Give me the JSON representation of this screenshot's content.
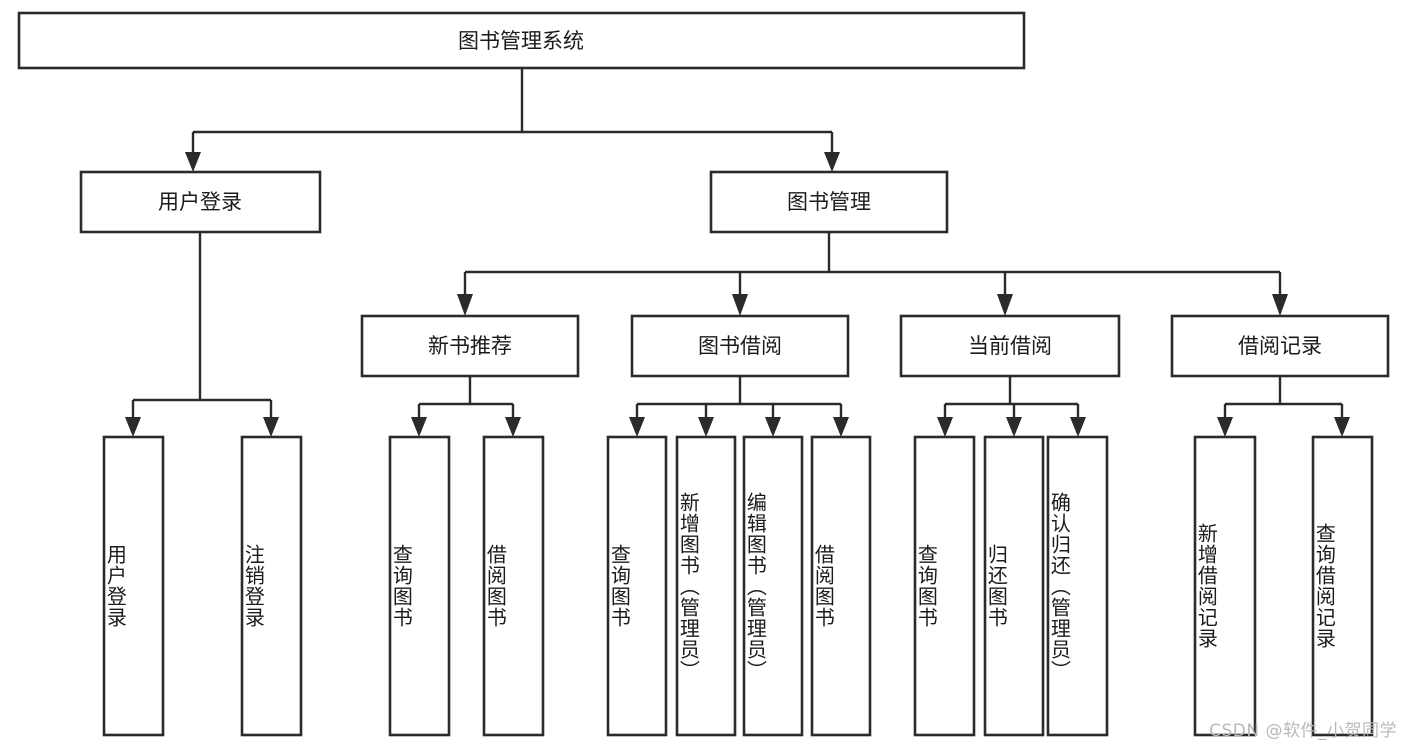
{
  "diagram": {
    "type": "tree-hierarchy",
    "title": "图书管理系统",
    "root": {
      "id": "root",
      "label": "图书管理系统"
    },
    "level1": [
      {
        "id": "user-login",
        "label": "用户登录"
      },
      {
        "id": "book-manage",
        "label": "图书管理"
      }
    ],
    "level2": [
      {
        "id": "new-book-rec",
        "label": "新书推荐",
        "parent": "book-manage"
      },
      {
        "id": "book-borrow",
        "label": "图书借阅",
        "parent": "book-manage"
      },
      {
        "id": "current-borrow",
        "label": "当前借阅",
        "parent": "book-manage"
      },
      {
        "id": "borrow-record",
        "label": "借阅记录",
        "parent": "book-manage"
      }
    ],
    "leaves": [
      {
        "id": "leaf-user-login",
        "label": "用户登录",
        "parent": "user-login"
      },
      {
        "id": "leaf-user-logout",
        "label": "注销登录",
        "parent": "user-login"
      },
      {
        "id": "leaf-query-book-1",
        "label": "查询图书",
        "parent": "new-book-rec"
      },
      {
        "id": "leaf-borrow-book-1",
        "label": "借阅图书",
        "parent": "new-book-rec"
      },
      {
        "id": "leaf-query-book-2",
        "label": "查询图书",
        "parent": "book-borrow"
      },
      {
        "id": "leaf-add-book",
        "label": "新增图书（管理员）",
        "parent": "book-borrow"
      },
      {
        "id": "leaf-edit-book",
        "label": "编辑图书（管理员）",
        "parent": "book-borrow"
      },
      {
        "id": "leaf-borrow-book-2",
        "label": "借阅图书",
        "parent": "book-borrow"
      },
      {
        "id": "leaf-query-book-3",
        "label": "查询图书",
        "parent": "current-borrow"
      },
      {
        "id": "leaf-return-book",
        "label": "归还图书",
        "parent": "current-borrow"
      },
      {
        "id": "leaf-confirm-return",
        "label": "确认归还（管理员）",
        "parent": "current-borrow"
      },
      {
        "id": "leaf-add-record",
        "label": "新增借阅记录",
        "parent": "borrow-record"
      },
      {
        "id": "leaf-query-record",
        "label": "查询借阅记录",
        "parent": "borrow-record"
      }
    ]
  },
  "watermark": {
    "text": "CSDN @软件_小贺同学"
  },
  "colors": {
    "stroke": "#2b2b2b",
    "fill": "#ffffff",
    "text": "#1b1b1b",
    "watermark": "#b9b9b9"
  }
}
